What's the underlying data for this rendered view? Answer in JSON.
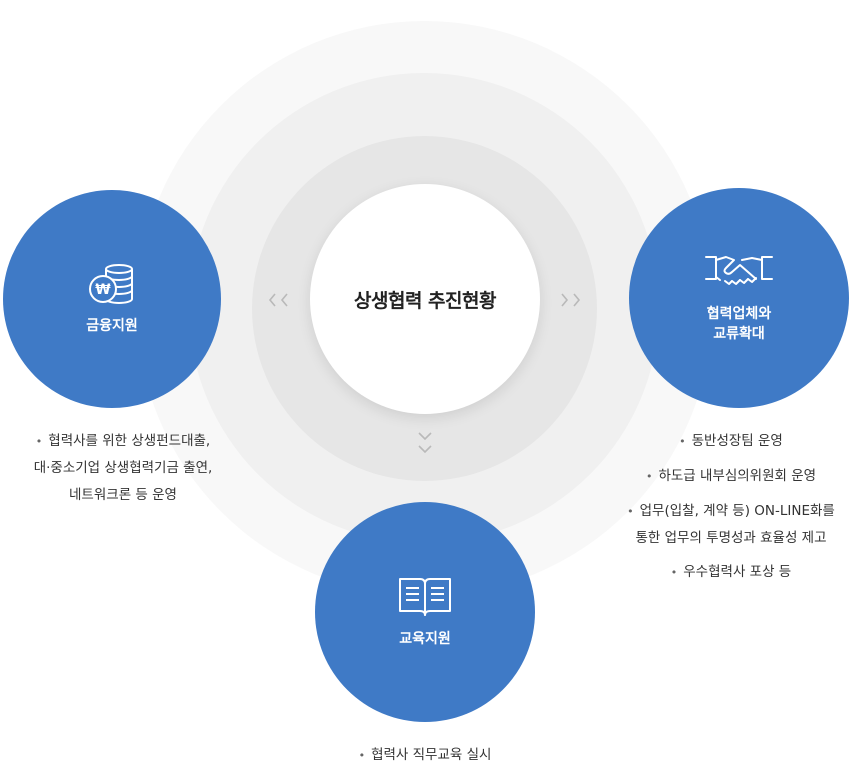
{
  "center": {
    "title": "상생협력 추진현황"
  },
  "nodes": {
    "finance": {
      "label": "금융지원",
      "icon": "coin-stack-won-icon",
      "items": [
        {
          "lines": [
            "협력사를 위한 상생펀드대출,",
            "대·중소기업 상생협력기금 출연,",
            "네트워크론 등 운영"
          ]
        }
      ]
    },
    "exchange": {
      "label_line1": "협력업체와",
      "label_line2": "교류확대",
      "icon": "handshake-icon",
      "items": [
        {
          "lines": [
            "동반성장팀 운영"
          ]
        },
        {
          "lines": [
            "하도급 내부심의위원회 운영"
          ]
        },
        {
          "lines": [
            "업무(입찰, 계약 등) ON-LINE화를",
            "통한 업무의 투명성과 효율성 제고"
          ]
        },
        {
          "lines": [
            "우수협력사 포상 등"
          ]
        }
      ]
    },
    "education": {
      "label": "교육지원",
      "icon": "open-book-icon",
      "items": [
        {
          "lines": [
            "협력사 직무교육 실시"
          ]
        }
      ]
    }
  },
  "arrows": {
    "left": "<<",
    "right": ">>",
    "down": "∨∨"
  },
  "colors": {
    "node": "#3f7ac6",
    "ring_outer": "#f8f8f8",
    "ring_mid": "#f0f0f0",
    "ring_inner": "#e6e6e6",
    "chevron": "#b9b9b9"
  }
}
